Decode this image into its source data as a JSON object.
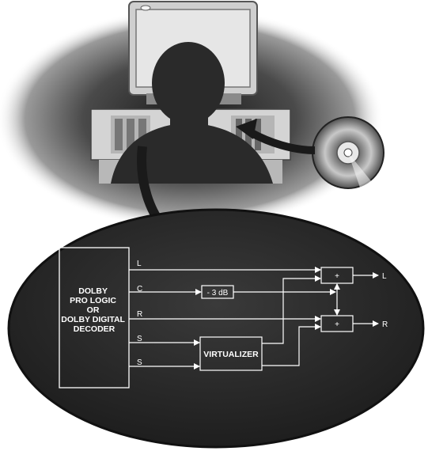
{
  "decoder": {
    "lines": [
      "DOLBY",
      "PRO LOGIC",
      "OR",
      "DOLBY DIGITAL",
      "DECODER"
    ]
  },
  "channels": {
    "left_in": "L",
    "center": "C",
    "right_in": "R",
    "surround_1": "S",
    "surround_2": "S"
  },
  "attenuator": {
    "label": "- 3 dB"
  },
  "virtualizer": {
    "label": "VIRTUALIZER"
  },
  "summers": {
    "top_symbol": "+",
    "bottom_symbol": "+"
  },
  "outputs": {
    "left": "L",
    "right": "R"
  }
}
